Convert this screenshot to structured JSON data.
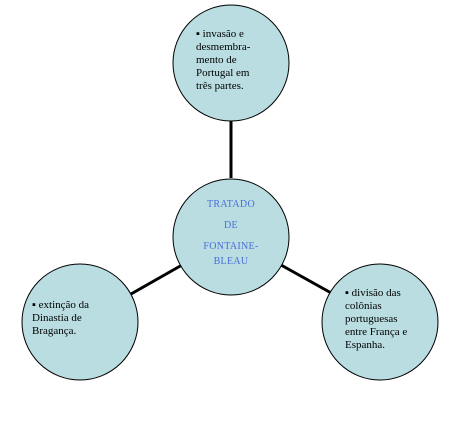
{
  "center": {
    "lines": [
      "TRATADO",
      "DE",
      "FONTAINE-",
      "BLEAU"
    ]
  },
  "nodes": {
    "top": {
      "lines": [
        "▪ invasão e",
        "desmembra-",
        "mento de",
        "Portugal em",
        "três partes."
      ]
    },
    "left": {
      "lines": [
        "▪ extinção da",
        "Dinastia de",
        "Bragança."
      ]
    },
    "right": {
      "lines": [
        "▪ divisão das",
        "colônias",
        "portuguesas",
        "entre França e",
        "Espanha."
      ]
    }
  },
  "colors": {
    "circle_fill": "#b9dde1",
    "center_text": "#4a6fd8",
    "outline": "#000000"
  }
}
